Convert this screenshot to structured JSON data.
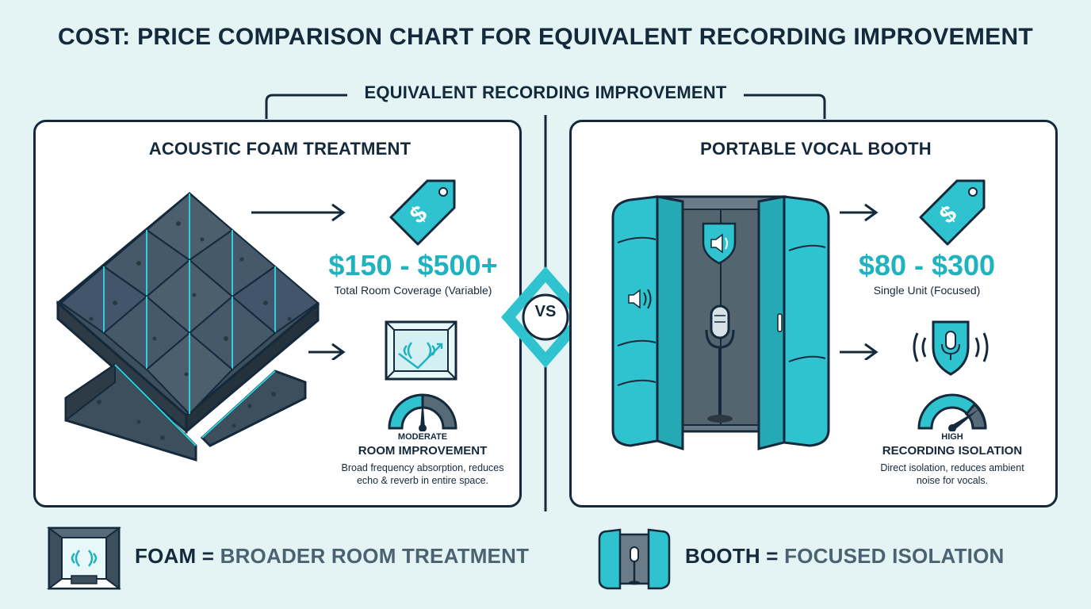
{
  "title": "COST: PRICE COMPARISON CHART FOR EQUIVALENT RECORDING IMPROVEMENT",
  "bracket_label": "EQUIVALENT RECORDING IMPROVEMENT",
  "vs_label": "VS",
  "left_panel": {
    "heading": "ACOUSTIC FOAM TREATMENT",
    "price": "$150 - $500+",
    "price_note": "Total Room Coverage (Variable)",
    "level": "MODERATE",
    "effect": "ROOM IMPROVEMENT",
    "description_line1": "Broad frequency absorption, reduces",
    "description_line2": "echo & reverb in entire space.",
    "gauge_level": 0.5
  },
  "right_panel": {
    "heading": "PORTABLE VOCAL BOOTH",
    "price": "$80 - $300",
    "price_note": "Single Unit (Focused)",
    "level": "HIGH",
    "effect": "RECORDING ISOLATION",
    "description_line1": "Direct isolation, reduces ambient",
    "description_line2": "noise for vocals.",
    "gauge_level": 0.8
  },
  "footer": {
    "left_key": "FOAM =",
    "left_value": "BROADER ROOM TREATMENT",
    "right_key": "BOOTH =",
    "right_value": "FOCUSED ISOLATION"
  },
  "icons": {
    "left_price": "price-tag-icon",
    "right_price": "price-tag-icon",
    "left_effect": "room-sound-icon",
    "right_effect": "shield-microphone-icon",
    "footer_left": "treated-room-icon",
    "footer_right": "booth-icon"
  },
  "colors": {
    "accent": "#1fb3c0",
    "dark": "#14293b",
    "background": "#e4f4f4",
    "foam": "#3d4f5c"
  }
}
